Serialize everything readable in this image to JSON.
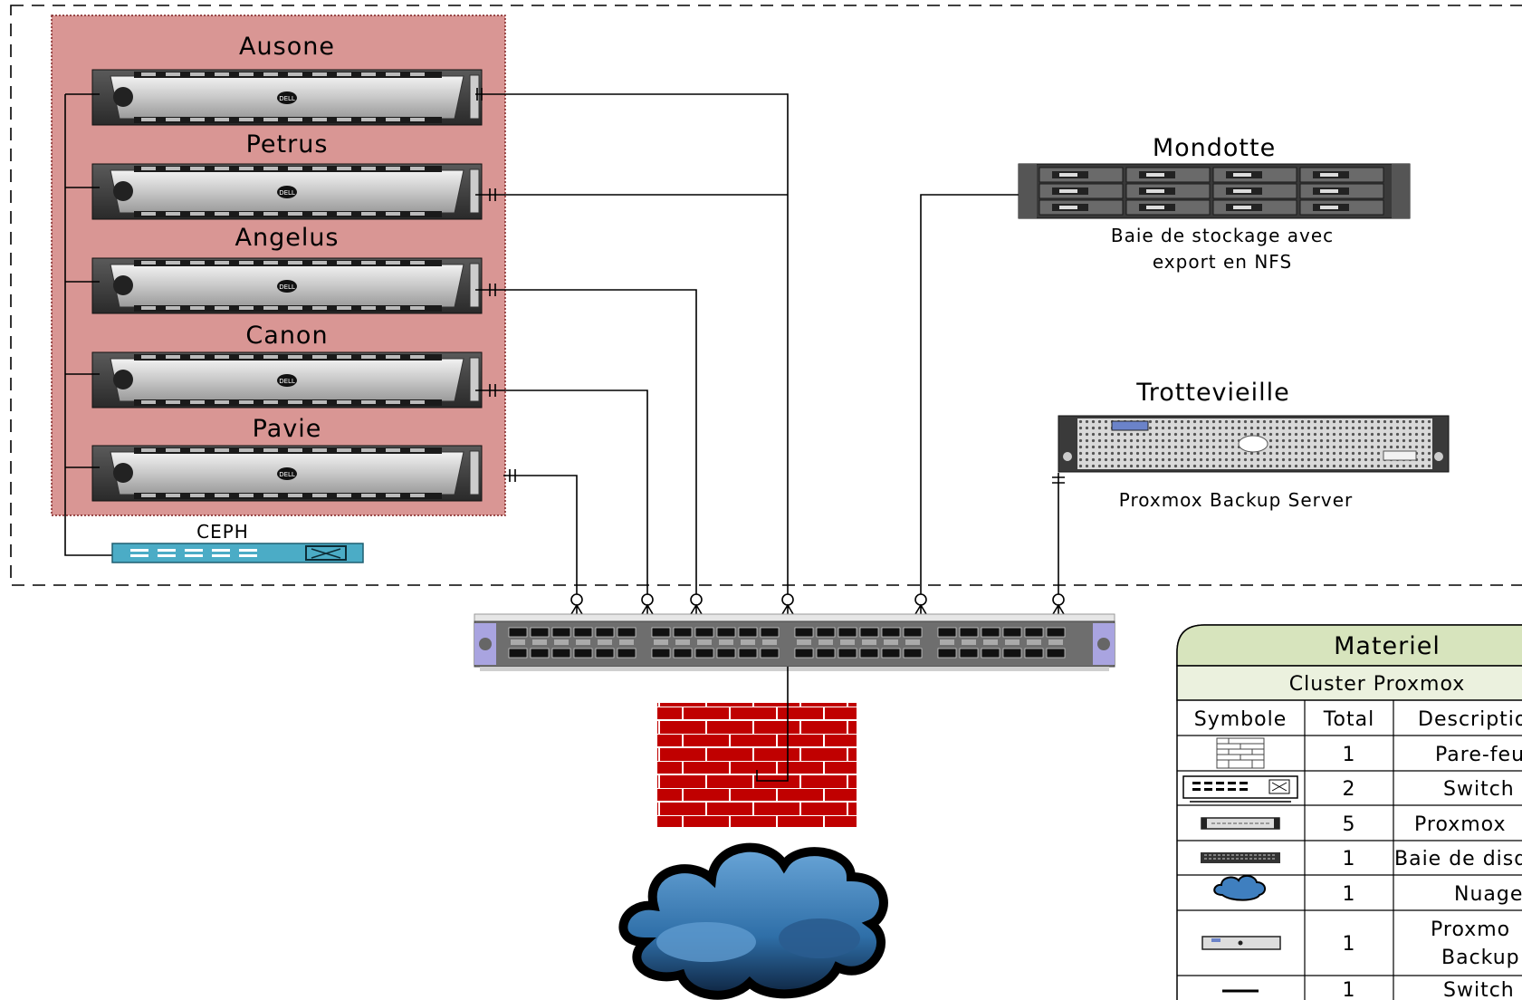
{
  "servers": [
    {
      "name": "Ausone"
    },
    {
      "name": "Petrus"
    },
    {
      "name": "Angelus"
    },
    {
      "name": "Canon"
    },
    {
      "name": "Pavie"
    }
  ],
  "server_brand": "DELL",
  "ceph": {
    "label": "CEPH"
  },
  "storage": {
    "name": "Mondotte",
    "caption_line1": "Baie de stockage avec",
    "caption_line2": "export en NFS"
  },
  "backup": {
    "name": "Trottevieille",
    "caption": "Proxmox Backup Server"
  },
  "legend": {
    "title": "Materiel",
    "subtitle": "Cluster Proxmox",
    "headers": [
      "Symbole",
      "Total",
      "Descriptio"
    ],
    "rows": [
      {
        "symbol": "firewall-icon",
        "total": "1",
        "description": "Pare-feu"
      },
      {
        "symbol": "switch-icon",
        "total": "2",
        "description": "Switch"
      },
      {
        "symbol": "server-icon",
        "total": "5",
        "description": "Proxmox"
      },
      {
        "symbol": "disk-array-icon",
        "total": "1",
        "description": "Baie de disq"
      },
      {
        "symbol": "cloud-icon",
        "total": "1",
        "description": "Nuage"
      },
      {
        "symbol": "backup-server-icon",
        "total": "1",
        "description": "Proxmo",
        "description2": "Backup"
      },
      {
        "symbol": "switch-small-icon",
        "total": "1",
        "description": "Switch"
      }
    ]
  },
  "colors": {
    "cluster_bg": "#d99694",
    "firewall": "#c00000",
    "legend_header": "#d7e4bd",
    "ceph_switch": "#4bacc6",
    "cloud": "#2f6fa8"
  }
}
